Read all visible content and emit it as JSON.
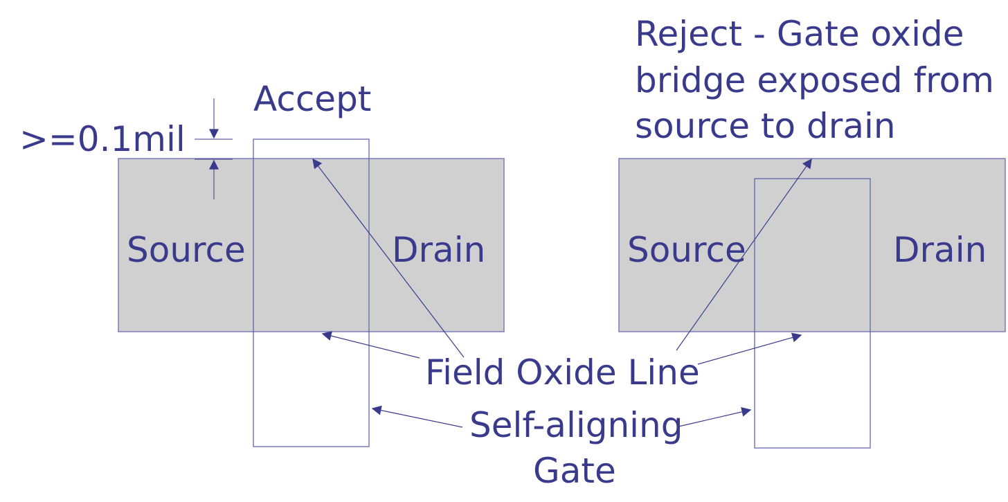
{
  "colors": {
    "background": "#ffffff",
    "region_fill": "#d0d0d0",
    "region_stroke": "#7a7ab8",
    "gate_stroke": "#5a5aa8",
    "text": "#3a3a8c",
    "arrow": "#3a3a8c"
  },
  "labels": {
    "dimension": ">=0.1mil",
    "accept": "Accept",
    "reject_line1": "Reject - Gate oxide",
    "reject_line2": "bridge exposed from",
    "reject_line3": "source to drain",
    "field_oxide_line": "Field Oxide Line",
    "self_aligning_line1": "Self-aligning",
    "self_aligning_line2": "Gate"
  },
  "left_example": {
    "source_label": "Source",
    "drain_label": "Drain"
  },
  "right_example": {
    "source_label": "Source",
    "drain_label": "Drain"
  }
}
